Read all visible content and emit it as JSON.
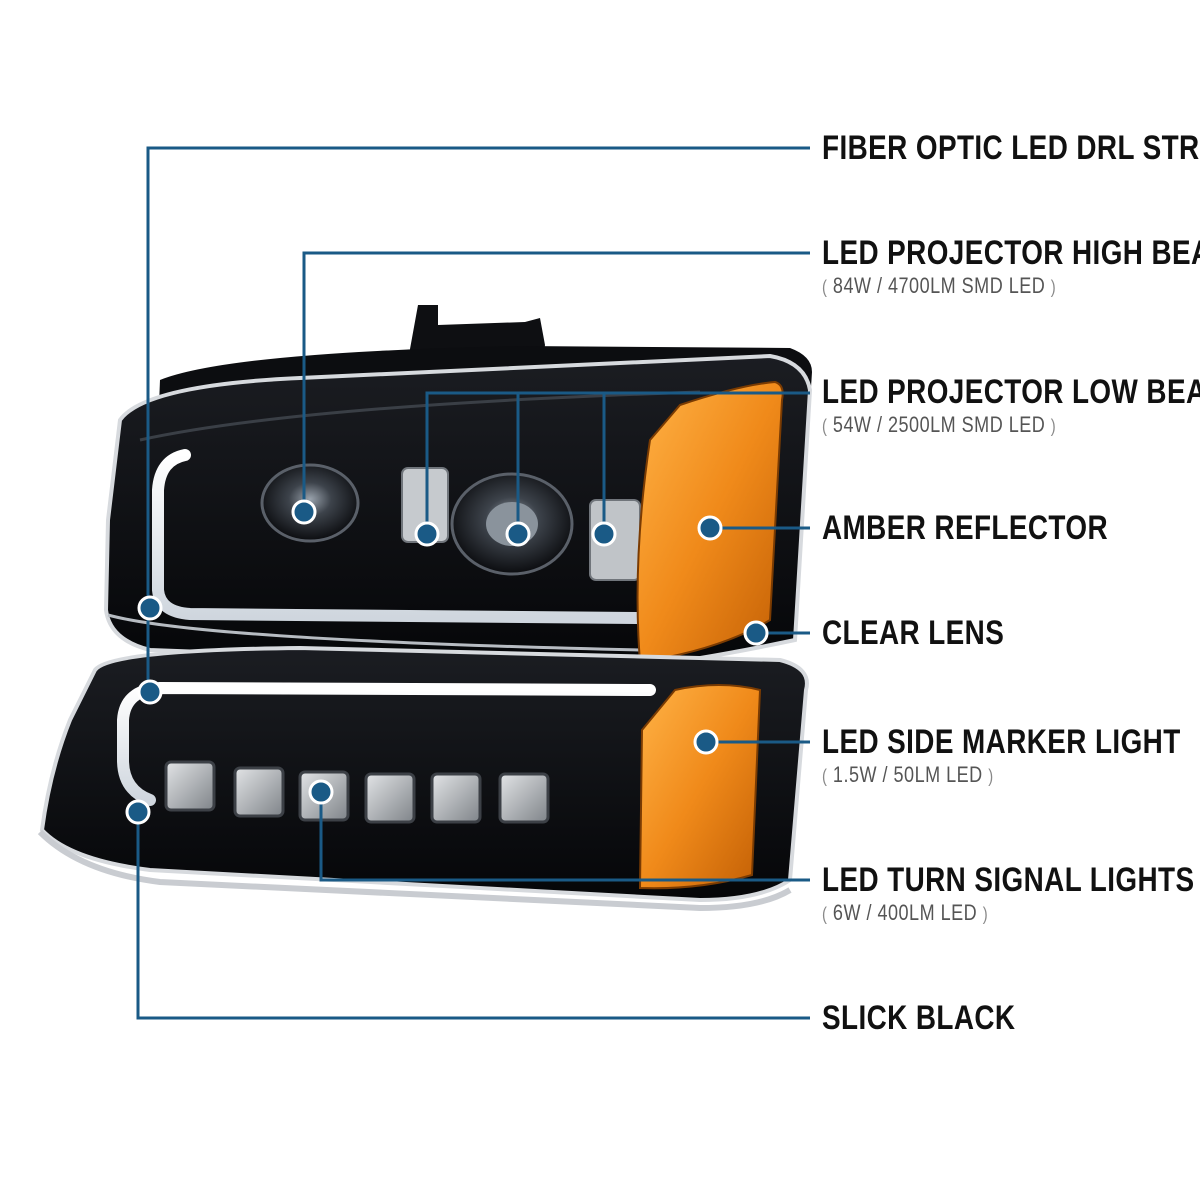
{
  "colors": {
    "accent": "#1a5a86",
    "body_black": "#0c0d10",
    "amber": "#f08a1a",
    "chrome": "#c9ccd1"
  },
  "callouts": [
    {
      "id": "fiber-optic-drl",
      "title": "FIBER OPTIC LED DRL STRIPS",
      "spec": ""
    },
    {
      "id": "high-beam",
      "title": "LED PROJECTOR HIGH BEAM",
      "spec": "84W / 4700LM SMD LED"
    },
    {
      "id": "low-beam",
      "title": "LED PROJECTOR LOW BEAM",
      "spec": "54W / 2500LM SMD LED"
    },
    {
      "id": "amber-reflector",
      "title": "AMBER REFLECTOR",
      "spec": ""
    },
    {
      "id": "clear-lens",
      "title": "CLEAR LENS",
      "spec": ""
    },
    {
      "id": "side-marker",
      "title": "LED SIDE MARKER LIGHT",
      "spec": "1.5W / 50LM LED"
    },
    {
      "id": "turn-signal",
      "title": "LED TURN SIGNAL LIGHTS",
      "spec": "6W / 400LM LED"
    },
    {
      "id": "slick-black",
      "title": "SLICK BLACK",
      "spec": ""
    }
  ]
}
